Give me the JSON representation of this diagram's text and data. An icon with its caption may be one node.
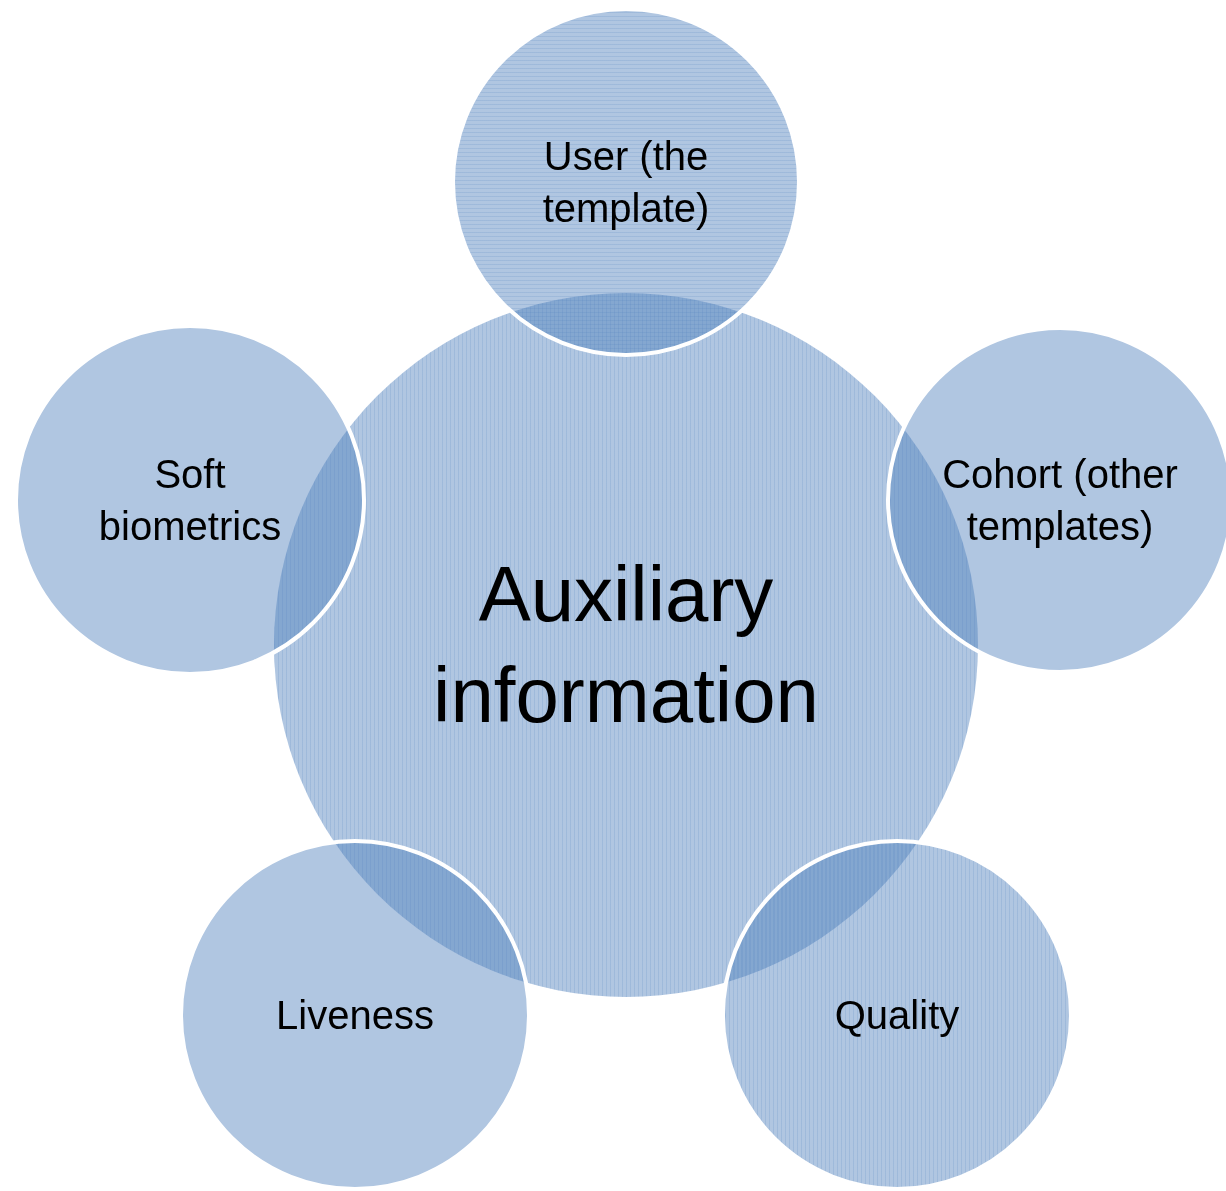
{
  "diagram": {
    "nodes": [
      {
        "text": [
          "Auxiliary information"
        ]
      },
      {
        "text": [
          "User (the template)"
        ]
      },
      {
        "text": [
          "Soft biometrics"
        ]
      },
      {
        "text": [
          "Cohort (other templates)"
        ]
      },
      {
        "text": [
          "Liveness"
        ]
      },
      {
        "text": [
          "Quality"
        ]
      }
    ]
  }
}
